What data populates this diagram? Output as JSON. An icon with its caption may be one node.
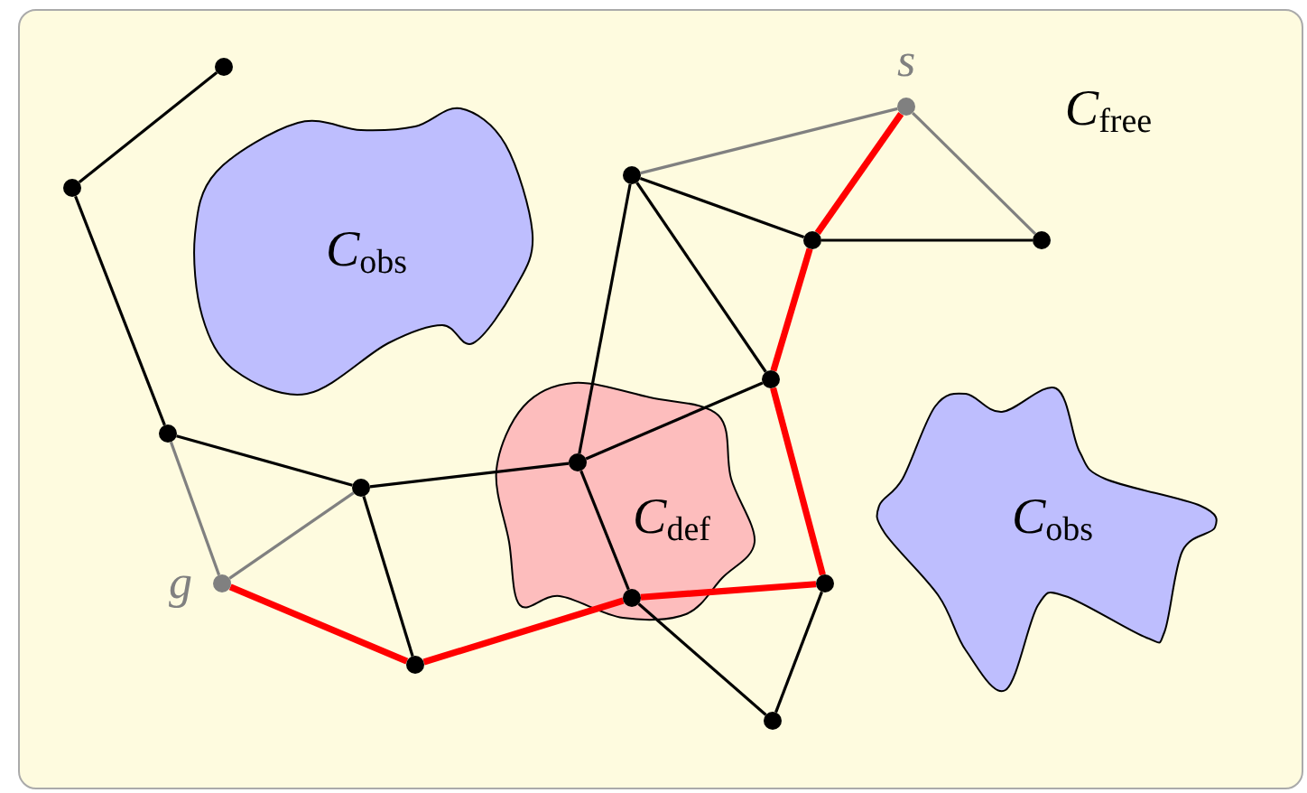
{
  "diagram": {
    "nodes": [
      {
        "text": [
          "*C*$_{obs}$"
        ]
      },
      {
        "text": [
          "*C*$_{def}$"
        ]
      },
      {
        "text": [
          "*C*$_{obs}$"
        ]
      },
      {
        "text": [],
        "shape": "circle"
      },
      {
        "text": [],
        "shape": "circle"
      },
      {
        "text": [],
        "shape": "circle",
        "beside": [
          "g"
        ]
      },
      {
        "text": [],
        "shape": "circle"
      },
      {
        "text": [],
        "shape": "circle"
      },
      {
        "text": [],
        "shape": "circle"
      },
      {
        "text": [],
        "shape": "circle",
        "in": 1
      },
      {
        "text": [],
        "shape": "circle"
      },
      {
        "text": [],
        "shape": "circle",
        "in": 1
      },
      {
        "text": [],
        "shape": "circle"
      },
      {
        "text": [],
        "shape": "circle"
      },
      {
        "text": [],
        "shape": "circle"
      },
      {
        "text": [],
        "shape": "circle"
      },
      {
        "text": [],
        "shape": "circle",
        "beside": [
          "s"
        ]
      },
      {
        "text": [],
        "shape": "circle"
      }
    ],
    "edges": [
      {
        "from": 6,
        "to": 3,
        "arrow": "none"
      },
      {
        "from": 3,
        "to": 4,
        "arrow": "none"
      },
      {
        "from": 4,
        "to": 5,
        "arrow": "none",
        "color": "#808080"
      },
      {
        "from": 7,
        "to": 5,
        "arrow": "none",
        "color": "#808080"
      },
      {
        "from": 4,
        "to": 7,
        "arrow": "none"
      },
      {
        "from": 7,
        "to": 8,
        "arrow": "none"
      },
      {
        "from": 7,
        "to": 9,
        "arrow": "none"
      },
      {
        "from": 9,
        "to": 12,
        "arrow": "none"
      },
      {
        "from": 9,
        "to": 10,
        "arrow": "none"
      },
      {
        "from": 9,
        "to": 11,
        "arrow": "none"
      },
      {
        "from": 10,
        "to": 12,
        "arrow": "none"
      },
      {
        "from": 10,
        "to": 14,
        "arrow": "none"
      },
      {
        "from": 10,
        "to": 16,
        "arrow": "none",
        "color": "#808080"
      },
      {
        "from": 14,
        "to": 17,
        "arrow": "none"
      },
      {
        "from": 16,
        "to": 17,
        "arrow": "none",
        "color": "#808080"
      },
      {
        "from": 11,
        "to": 13,
        "arrow": "none"
      },
      {
        "from": 13,
        "to": 15,
        "arrow": "none"
      },
      {
        "from": 5,
        "to": 8,
        "arrow": "none",
        "style": "thick",
        "color": "#ff0000"
      },
      {
        "from": 8,
        "to": 11,
        "arrow": "none",
        "style": "thick",
        "color": "#ff0000"
      },
      {
        "from": 11,
        "to": 15,
        "arrow": "none",
        "style": "thick",
        "color": "#ff0000"
      },
      {
        "from": 15,
        "to": 12,
        "arrow": "none",
        "style": "thick",
        "color": "#ff0000"
      },
      {
        "from": 12,
        "to": 14,
        "arrow": "none",
        "style": "thick",
        "color": "#ff0000"
      },
      {
        "from": 14,
        "to": 16,
        "arrow": "none",
        "style": "thick",
        "color": "#ff0000"
      }
    ],
    "labels": [
      "*C*$_{free}$"
    ]
  }
}
